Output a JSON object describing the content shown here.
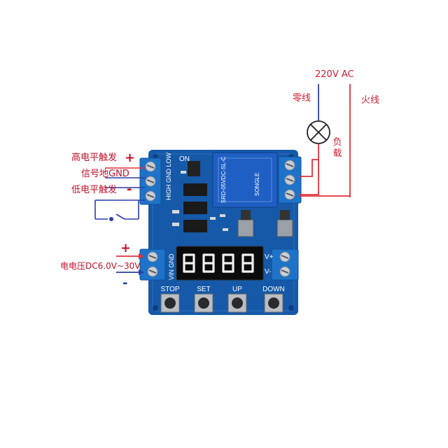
{
  "labels": {
    "ac_supply": "220V AC",
    "neutral": "零线",
    "live": "火线",
    "load": "负载",
    "high_trigger": "高电平触发",
    "high_sign": "+",
    "signal_gnd": "信号地GND",
    "low_trigger": "低电平触发",
    "low_sign": "-",
    "supply_voltage": "电电压DC6.0V~30V",
    "vin_plus": "+",
    "vin_minus": "-"
  },
  "board": {
    "input_pins": "HIGH GND LOW",
    "power_pins": "VIN GND",
    "out_plus": "V+",
    "out_minus": "V-",
    "on_label": "ON",
    "relay_text": "SRD-05VDC-SL-C",
    "relay_brand": "SONGLE",
    "buttons": [
      "STOP",
      "SET",
      "UP",
      "DOWN"
    ]
  },
  "colors": {
    "pcb": "#1559a8",
    "terminal": "#1e73c9",
    "relay": "#1f5fc4",
    "wire_red": "#e0303a",
    "wire_blue": "#2b3fa6",
    "label_red": "#c0102a"
  }
}
